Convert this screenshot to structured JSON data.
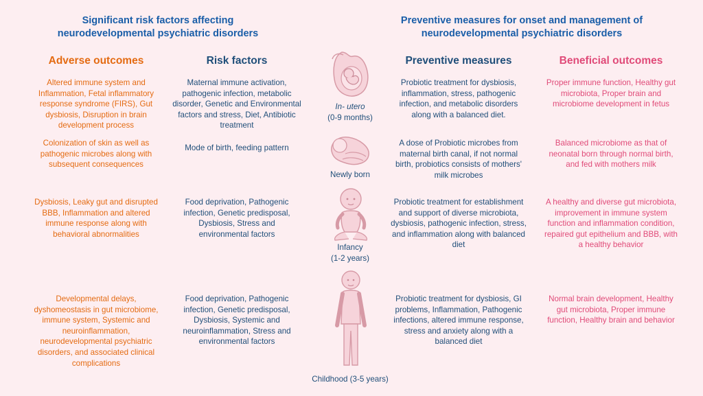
{
  "headers": {
    "left": [
      "Significant risk factors affecting",
      "neurodevelopmental  psychiatric disorders"
    ],
    "right": [
      "Preventive measures for onset  and management of",
      "neurodevelopmental psychiatric disorders"
    ]
  },
  "columns": {
    "adverse": "Adverse outcomes",
    "risk": "Risk factors",
    "preventive": "Preventive measures",
    "beneficial": "Beneficial outcomes"
  },
  "stages": [
    {
      "name": "In- utero",
      "period": "(0-9 months)",
      "adverse": "Altered immune system and Inflammation, Fetal inflammatory response syndrome (FIRS), Gut dysbiosis, Disruption in brain development process",
      "risk": "Maternal immune activation, pathogenic infection, metabolic disorder, Genetic and Environmental factors and stress, Diet, Antibiotic treatment",
      "preventive": "Probiotic treatment for dysbiosis, inflammation, stress, pathogenic infection, and metabolic disorders along with a balanced diet.",
      "beneficial": "Proper immune function, Healthy gut microbiota, Proper brain and microbiome development in fetus"
    },
    {
      "name": "Newly born",
      "period": "",
      "adverse": "Colonization of skin as well as pathogenic microbes along with subsequent consequences",
      "risk": "Mode of birth, feeding pattern",
      "preventive": "A dose of Probiotic microbes from maternal birth canal, if not normal birth, probiotics consists of mothers' milk microbes",
      "beneficial": "Balanced microbiome as that of neonatal born through normal birth, and fed with mothers milk"
    },
    {
      "name": "Infancy",
      "period": "(1-2 years)",
      "adverse": "Dysbiosis, Leaky gut and disrupted BBB, Inflammation and altered immune response along with behavioral abnormalities",
      "risk": "Food deprivation, Pathogenic infection, Genetic predisposal, Dysbiosis, Stress and environmental factors",
      "preventive": "Probiotic treatment for establishment and support of diverse microbiota, dysbiosis, pathogenic infection, stress, and inflammation along with balanced diet",
      "beneficial": "A healthy and diverse gut microbiota, improvement in immune system function and inflammation condition, repaired gut epithelium and BBB, with a healthy behavior"
    },
    {
      "name": "Childhood (3-5 years)",
      "period": "",
      "adverse": "Developmental delays, dyshomeostasis in gut microbiome, immune system, Systemic and neuroinflammation, neurodevelopmental psychiatric disorders, and associated clinical complications",
      "risk": "Food deprivation, Pathogenic infection, Genetic predisposal, Dysbiosis, Systemic and neuroinflammation, Stress and environmental factors",
      "preventive": "Probiotic treatment for dysbiosis, GI problems,  Inflammation, Pathogenic infections, altered immune response, stress and anxiety along with a balanced diet",
      "beneficial": "Normal brain development,  Healthy gut microbiota, Proper immune function, Healthy brain and behavior"
    }
  ],
  "colors": {
    "background": "#fdeef1",
    "orange": "#e46b12",
    "navy": "#1f4e79",
    "pink": "#e04a78",
    "figure_fill": "#f6d3da",
    "figure_stroke": "#d79aa6"
  }
}
